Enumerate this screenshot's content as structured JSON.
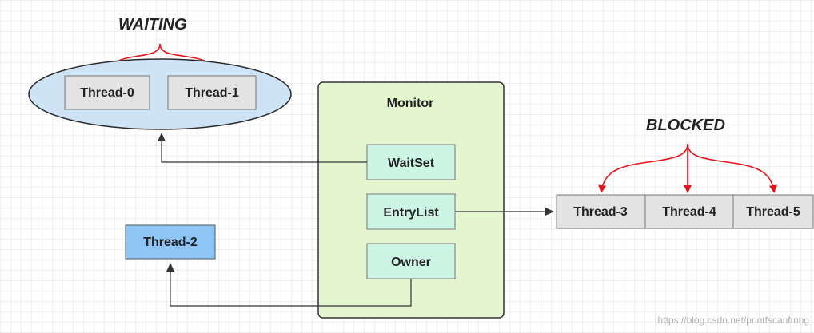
{
  "labels": {
    "waiting": "WAITING",
    "blocked": "BLOCKED",
    "monitor": "Monitor"
  },
  "monitor_slots": {
    "wait_set": "WaitSet",
    "entry_list": "EntryList",
    "owner": "Owner"
  },
  "threads": {
    "t0": "Thread-0",
    "t1": "Thread-1",
    "t2": "Thread-2",
    "t3": "Thread-3",
    "t4": "Thread-4",
    "t5": "Thread-5"
  },
  "credit": "https://blog.csdn.net/printfscanfmng",
  "colors": {
    "ellipse_fill": "#cfe3f7",
    "ellipse_stroke": "#2b2b2b",
    "thread_box_fill": "#e3e3e3",
    "monitor_fill": "#e3f6cf",
    "monitor_stroke": "#333333",
    "slot_fill": "#ccf5e6",
    "owner_thread_fill": "#8ec5f7",
    "red_arrow": "#e8131a",
    "connector": "#333333"
  }
}
